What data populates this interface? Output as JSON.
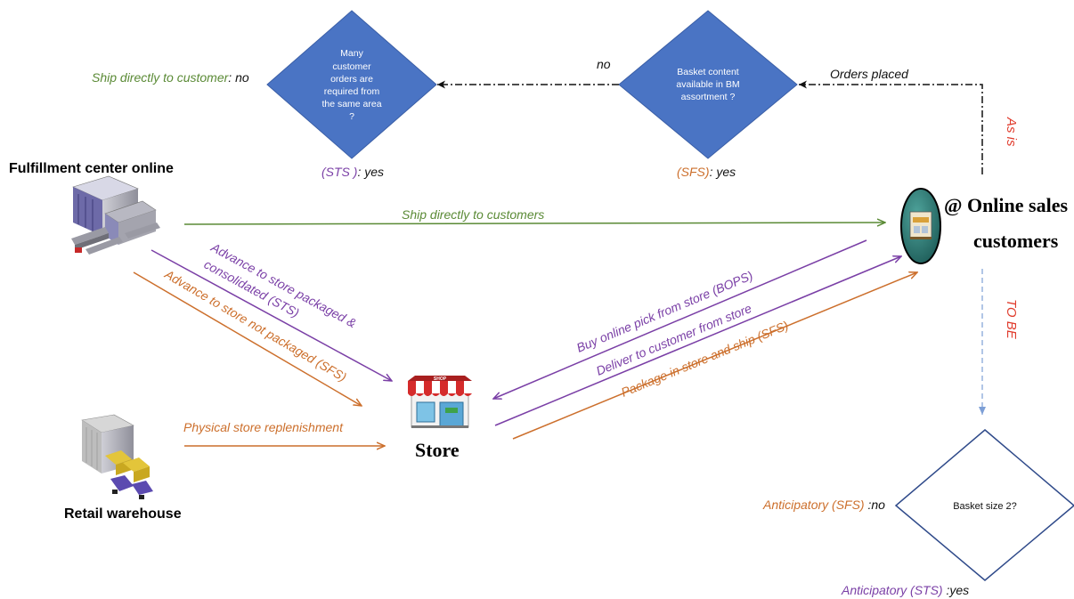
{
  "decisions": {
    "many_orders": [
      "Many",
      "customer",
      "orders are",
      "required from",
      "the same area",
      "?"
    ],
    "basket_content": [
      "Basket content",
      "available in BM",
      "assortment ?"
    ],
    "basket_size": "Basket size 2?"
  },
  "nodes": {
    "fulfillment_center": "Fulfillment center online",
    "retail_warehouse": "Retail warehouse",
    "store": "Store",
    "online_sales_line1": "@ Online sales",
    "online_sales_line2": "customers",
    "shop_sign": "SHOP"
  },
  "labels": {
    "ship_directly_no_prefix": "Ship directly to customer",
    "ship_directly_no_suffix": ": no",
    "no": "no",
    "orders_placed": "Orders placed",
    "sts_yes_prefix": "(STS )",
    "sts_yes_suffix": ": yes",
    "sfs_yes_prefix": "(SFS)",
    "sfs_yes_suffix": ": yes",
    "as_is": "As is",
    "to_be": "TO BE",
    "ship_directly_customers": "Ship directly to customers",
    "advance_packaged_line1": "Advance to store  packaged &",
    "advance_packaged_line2": "consolidated (STS)",
    "advance_not_packaged": "Advance to store not packaged (SFS)",
    "physical_replenishment": "Physical store replenishment",
    "bops": "Buy online pick from store (BOPS)",
    "deliver_from_store": "Deliver to customer from store",
    "package_ship": "Package in store and ship (SFS)",
    "anticipatory_sfs_prefix": "Anticipatory (SFS)",
    "anticipatory_sfs_suffix": " :no",
    "anticipatory_sts_prefix": "Anticipatory (STS)",
    "anticipatory_sts_suffix": " :yes"
  },
  "colors": {
    "diamond_fill": "#4a74c4",
    "green": "#5a8a35",
    "purple": "#7a3fa6",
    "orange": "#cc6f2c",
    "red": "#e03b2c",
    "blue_dashed": "#7d9fd6"
  }
}
